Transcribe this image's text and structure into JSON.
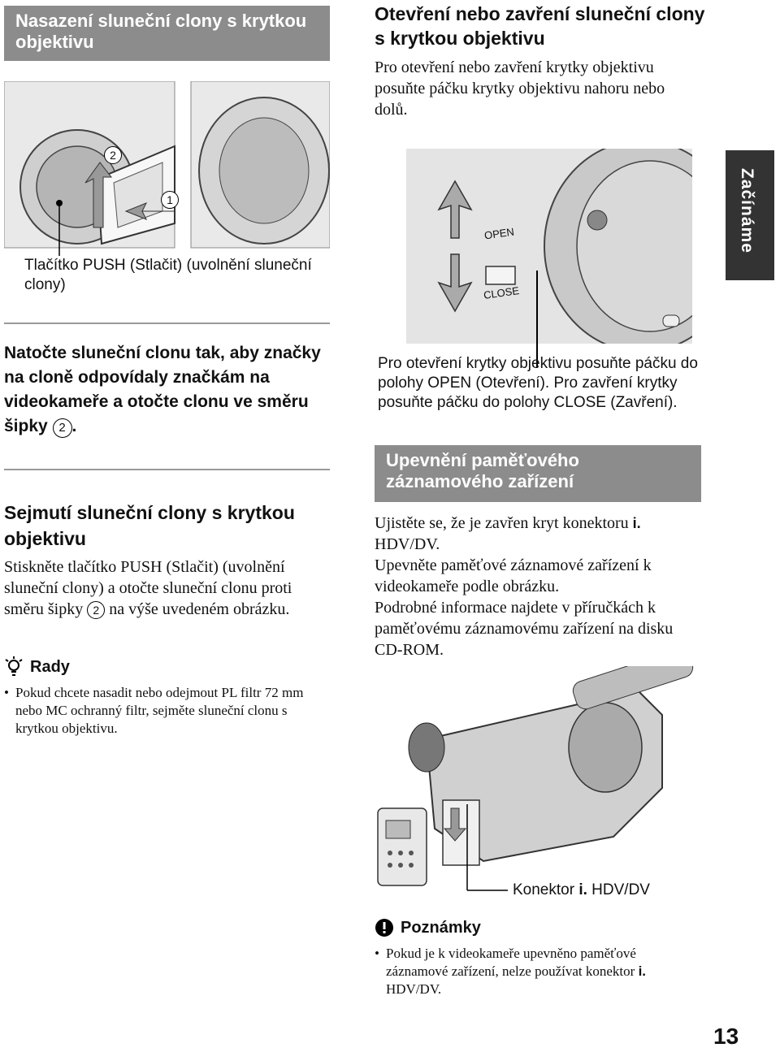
{
  "left": {
    "section1_title": "Nasazení sluneční clony s krytkou objektivu",
    "illus1_callout": "Tlačítko PUSH (Stlačit) (uvolnění sluneční clony)",
    "marker1": "1",
    "marker2": "2",
    "step_text": "Natočte sluneční clonu tak, aby značky na cloně odpovídaly značkám na videokameře a otočte clonu ve směru šipky",
    "step_marker": "2",
    "section2_title": "Sejmutí sluneční clony s krytkou objektivu",
    "section2_text_a": "Stiskněte tlačítko PUSH (Stlačit) (uvolnění sluneční clony) a otočte sluneční clonu proti směru šipky",
    "section2_marker": "2",
    "section2_text_b": "na výše uvedeném obrázku.",
    "tips_title": "Rady",
    "tips": [
      "Pokud chcete nasadit nebo odejmout PL filtr 72 mm nebo MC ochranný filtr, sejměte sluneční clonu s krytkou objektivu."
    ]
  },
  "right": {
    "section1_title": "Otevření nebo zavření sluneční clony s krytkou objektivu",
    "section1_text": "Pro otevření nebo zavření krytky objektivu posuňte páčku krytky objektivu nahoru nebo dolů.",
    "illus2_open": "OPEN",
    "illus2_close": "CLOSE",
    "illus2_callout": "Pro otevření krytky objektivu posuňte páčku do polohy OPEN (Otevření). Pro zavření krytky posuňte páčku do polohy CLOSE (Zavření).",
    "section2_title": "Upevnění paměťového záznamového zařízení",
    "section2_p1": "Ujistěte se, že je zavřen kryt konektoru",
    "section2_p1b": "HDV/DV.",
    "section2_p2": "Upevněte paměťové záznamové zařízení k videokameře podle obrázku.",
    "section2_p3": "Podrobné informace najdete v příručkách k paměťovému záznamovému zařízení na disku CD-ROM.",
    "illus3_callout_a": "Konektor",
    "illus3_callout_b": "HDV/DV",
    "notes_title": "Poznámky",
    "notes_a": "Pokud je k videokameře upevněno paměťové záznamové zařízení, nelze používat konektor",
    "notes_b": "HDV/DV."
  },
  "side_tab": "Začínáme",
  "page_number": "13"
}
